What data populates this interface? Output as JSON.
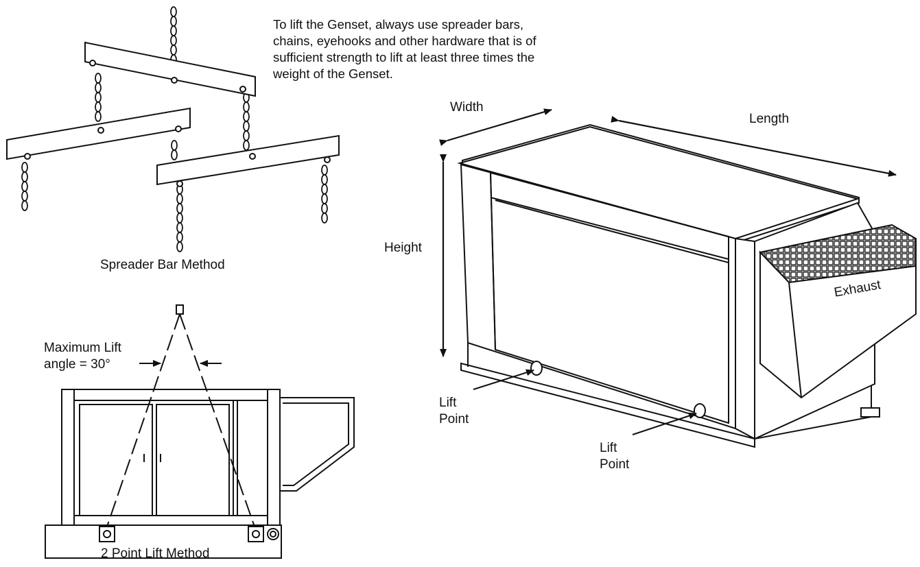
{
  "instructions": "To lift the Genset, always use spreader bars,\nchains, eyehooks and other hardware that is of\nsufficient strength to lift at least three times the\nweight of the Genset.",
  "spreader": {
    "caption": "Spreader Bar Method"
  },
  "two_point": {
    "caption": "2 Point Lift Method",
    "angle_label": "Maximum Lift\nangle = 30°"
  },
  "genset": {
    "width_label": "Width",
    "length_label": "Length",
    "height_label": "Height",
    "exhaust_label": "Exhaust",
    "lift_point_label": "Lift\nPoint"
  }
}
